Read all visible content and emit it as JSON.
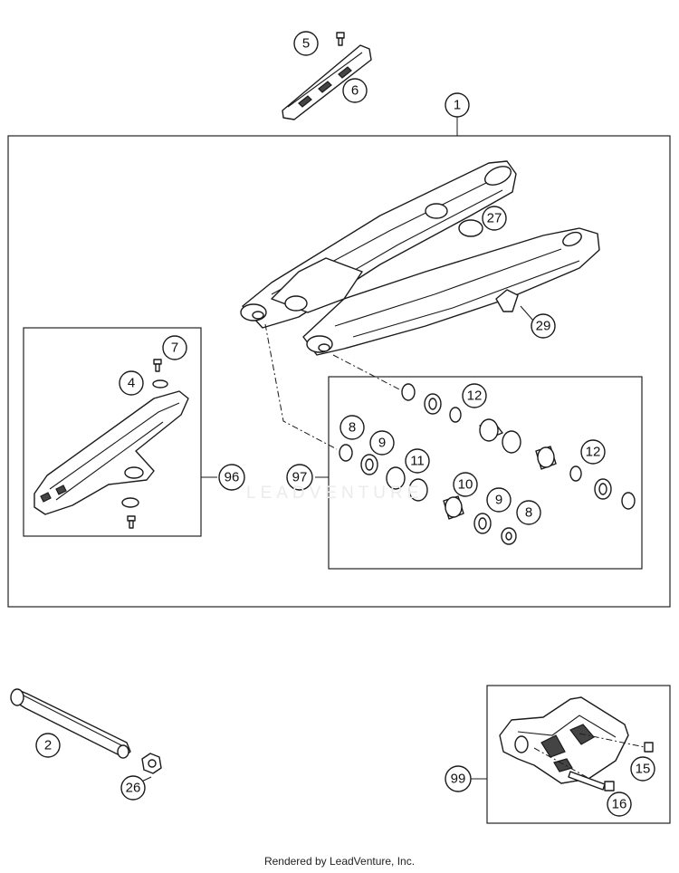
{
  "footer": "Rendered by LeadVenture, Inc.",
  "watermark": "LEADVENTURE",
  "callouts": {
    "c1": "1",
    "c2": "2",
    "c4": "4",
    "c5": "5",
    "c6": "6",
    "c7": "7",
    "c8a": "8",
    "c8b": "8",
    "c9a": "9",
    "c9b": "9",
    "c10": "10",
    "c11": "11",
    "c12a": "12",
    "c12b": "12",
    "c15": "15",
    "c16": "16",
    "c26": "26",
    "c27": "27",
    "c29": "29",
    "c96": "96",
    "c97": "97",
    "c99": "99"
  }
}
